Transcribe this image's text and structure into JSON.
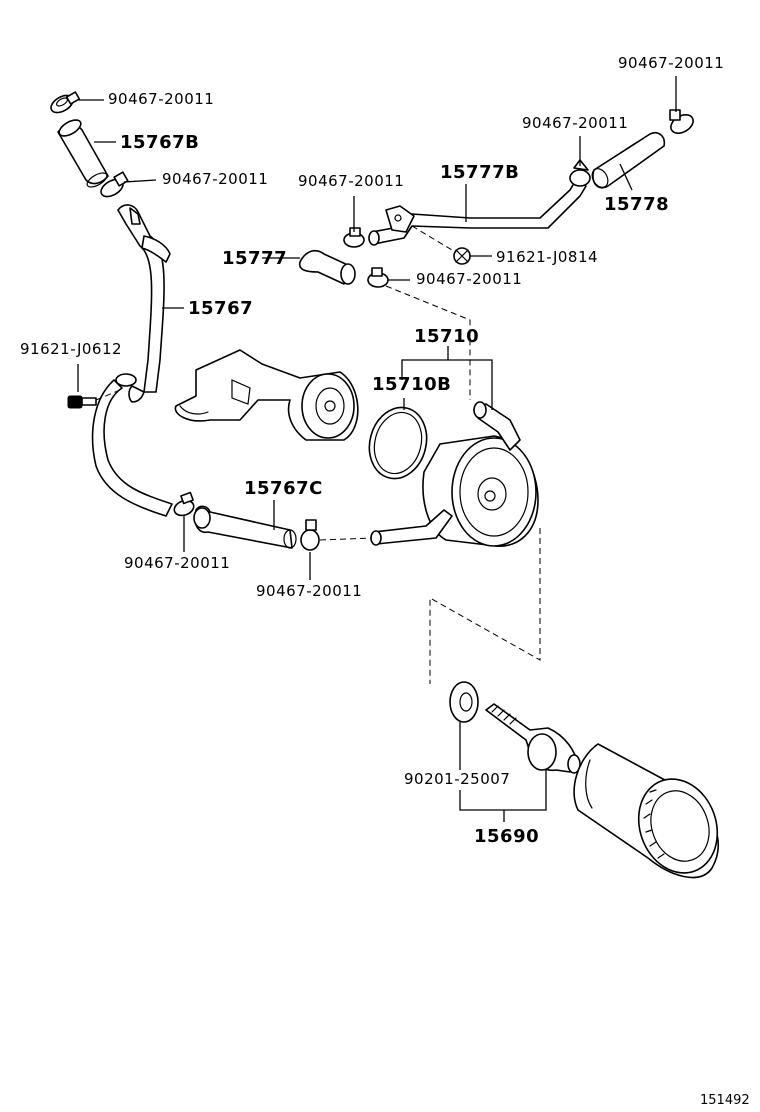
{
  "labels": {
    "clamp_top_left": "90467-20011",
    "hose_15767b": "15767B",
    "clamp_left_2": "90467-20011",
    "clamp_mid": "90467-20011",
    "pipe_15777b": "15777B",
    "clamp_top_right_1": "90467-20011",
    "clamp_top_right_2": "90467-20011",
    "hose_15778": "15778",
    "hose_15777": "15777",
    "bolt_j0814": "91621-J0814",
    "clamp_under_15777": "90467-20011",
    "hose_15767": "15767",
    "cooler_15710": "15710",
    "gasket_15710b": "15710B",
    "bolt_j0612": "91621-J0612",
    "hose_15767c": "15767C",
    "clamp_bottom_left": "90467-20011",
    "clamp_bottom_mid": "90467-20011",
    "gasket_90201": "90201-25007",
    "union_15690": "15690"
  },
  "diagram_id": "151492"
}
